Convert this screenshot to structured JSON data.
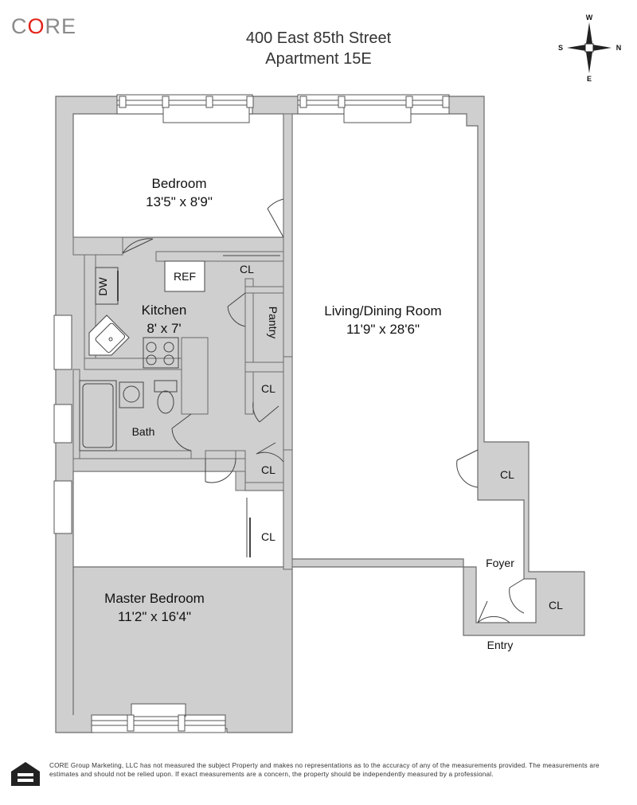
{
  "brand": {
    "logo_pre": "C",
    "logo_o": "O",
    "logo_post": "RE"
  },
  "header": {
    "address": "400 East 85th Street",
    "unit": "Apartment 15E"
  },
  "compass": {
    "top": "W",
    "left": "S",
    "right": "N",
    "bottom": "E"
  },
  "rooms": {
    "bedroom": {
      "name": "Bedroom",
      "size": "13'5\" x 8'9\""
    },
    "kitchen": {
      "name": "Kitchen",
      "size": "8' x 7'"
    },
    "living": {
      "name": "Living/Dining Room",
      "size": "11'9\" x 28'6\""
    },
    "master": {
      "name": "Master Bedroom",
      "size": "11'2\" x 16'4\""
    },
    "bath": {
      "name": "Bath"
    },
    "foyer": {
      "name": "Foyer"
    },
    "entry": {
      "name": "Entry"
    },
    "pantry": {
      "name": "Pantry"
    }
  },
  "fixtures": {
    "ref": "REF",
    "dw": "DW",
    "closet": "CL"
  },
  "colors": {
    "wall": "#cfcfcf",
    "wall_line": "#6b6b6b",
    "brand_red": "#e2231a",
    "brand_gray": "#8a8a8a"
  },
  "footer": {
    "disclaimer": "CORE Group Marketing, LLC has not measured the subject Property and makes no representations as to the accuracy of any of the measurements provided. The measurements are estimates and should not be relied upon. If exact measurements are a concern, the property should be independently measured by a professional."
  }
}
